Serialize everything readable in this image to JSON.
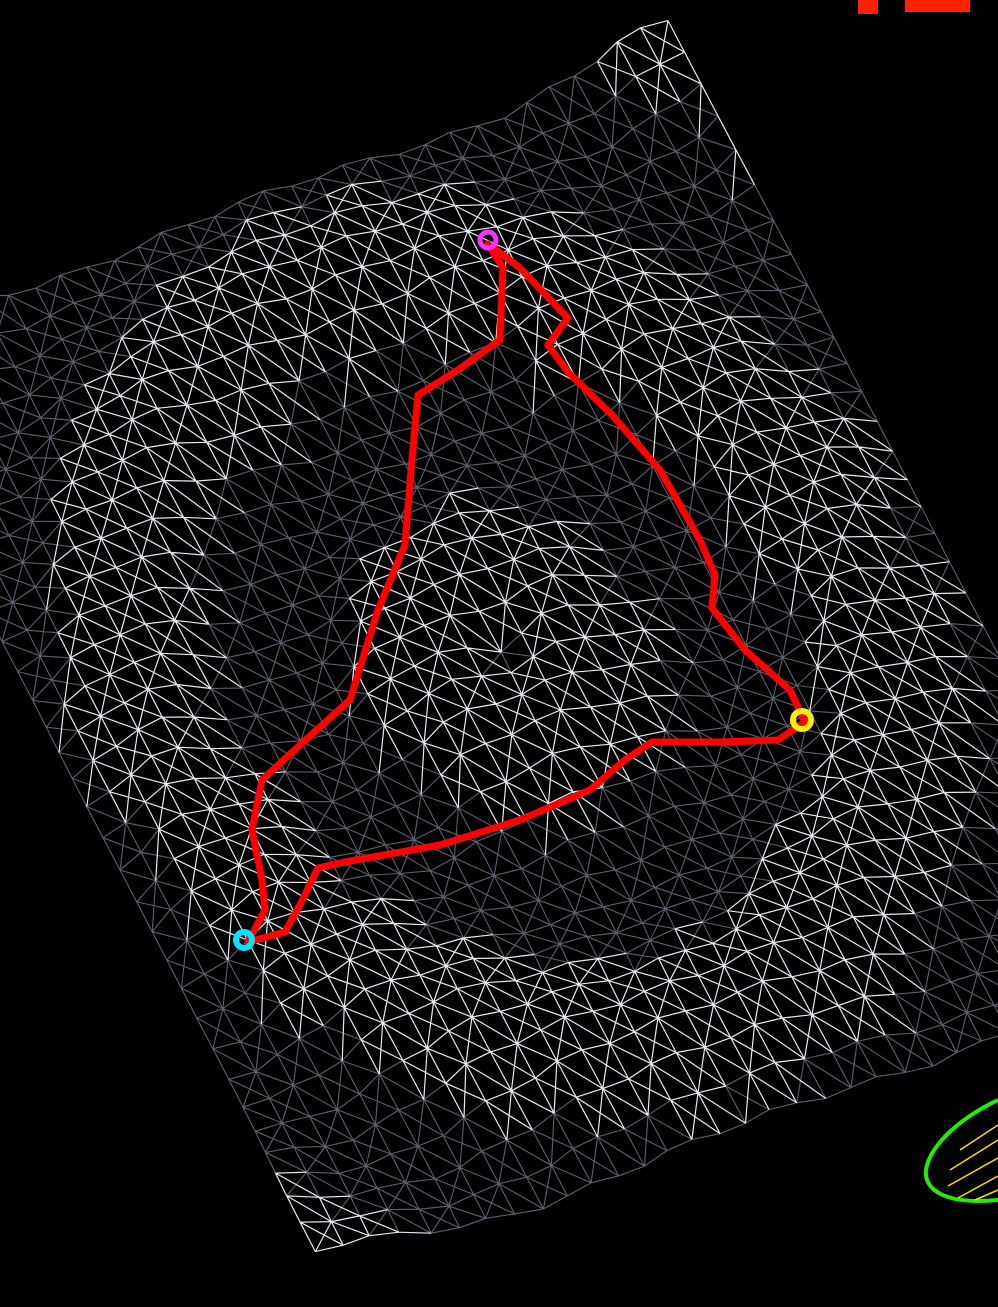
{
  "scene": {
    "background": "#000000",
    "mesh_color": "#e8ecf2",
    "mesh_shadow_color": "#5a6270",
    "path_color": "#ff0000",
    "endpoint_markers": [
      {
        "name": "start-marker",
        "color": "#ff33ff"
      },
      {
        "name": "waypoint-marker",
        "color": "#ffee00"
      },
      {
        "name": "end-marker",
        "color": "#00e5ff"
      }
    ],
    "corner_fragment_top_right_color": "#ff2200",
    "corner_fragment_bottom_right_color": "#22ee00",
    "corner_fragment_bottom_right_fill": "#ffdd00"
  }
}
